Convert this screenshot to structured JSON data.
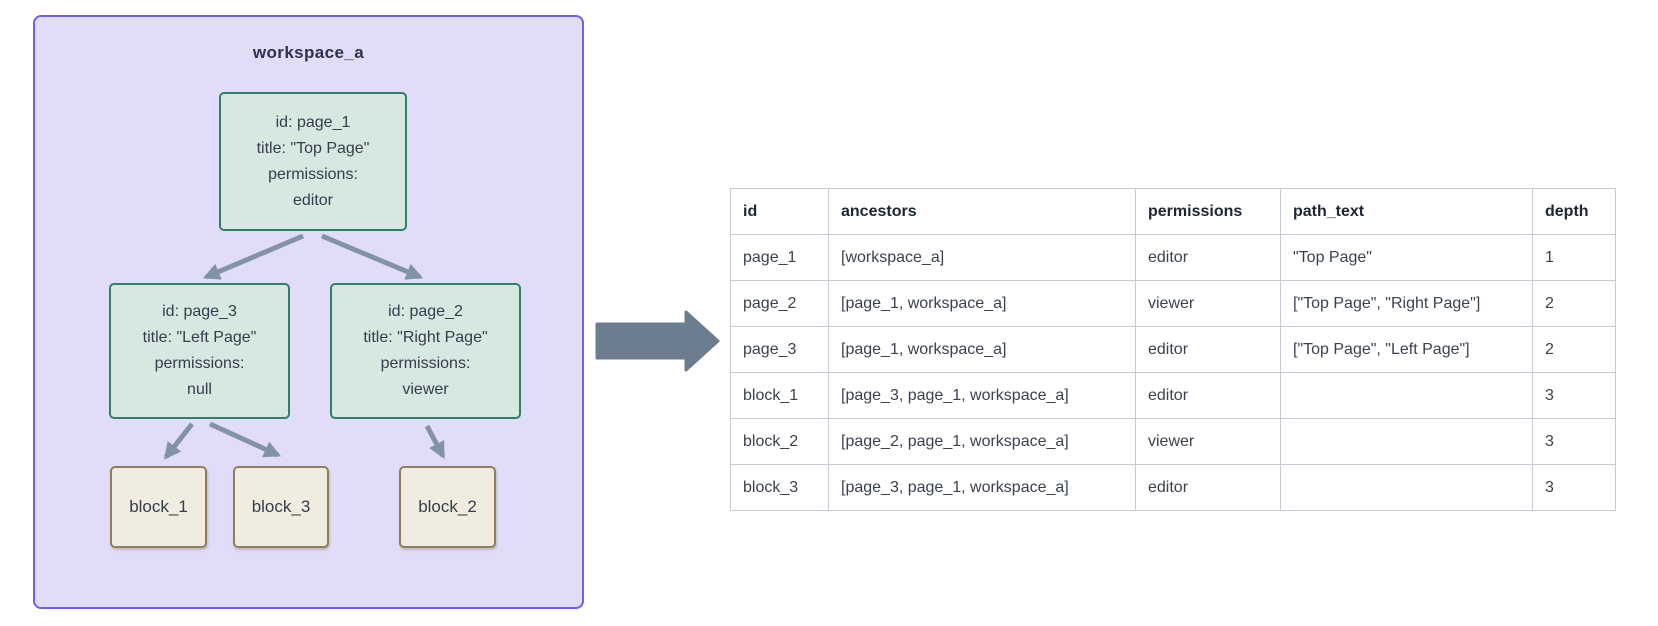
{
  "colors": {
    "workspace-fill": "#e1ddf8",
    "workspace-border": "#6e60e8",
    "page-fill": "#d7e8e0",
    "page-border": "#2e8069",
    "block-fill": "#f1ece0",
    "block-border": "#8e7f5c",
    "tree-arrow": "#8293a8",
    "transform-arrow": "#6b7d8e",
    "table-border": "#c7ccd4",
    "header-text": "#1c2634",
    "cell-text": "#39424e",
    "node-text": "#333d4d"
  },
  "diagram": {
    "workspace_label": "workspace_a",
    "page_1": {
      "lines": [
        "id: page_1",
        "title: \"Top Page\"",
        "permissions:",
        "editor"
      ]
    },
    "page_3": {
      "lines": [
        "id: page_3",
        "title: \"Left Page\"",
        "permissions:",
        "null"
      ]
    },
    "page_2": {
      "lines": [
        "id: page_2",
        "title: \"Right Page\"",
        "permissions:",
        "viewer"
      ]
    },
    "block_1": {
      "label": "block_1"
    },
    "block_3": {
      "label": "block_3"
    },
    "block_2": {
      "label": "block_2"
    }
  },
  "table": {
    "columns": [
      "id",
      "ancestors",
      "permissions",
      "path_text",
      "depth"
    ],
    "rows": [
      [
        "page_1",
        "[workspace_a]",
        "editor",
        "\"Top Page\"",
        "1"
      ],
      [
        "page_2",
        "[page_1, workspace_a]",
        "viewer",
        "[\"Top Page\", \"Right Page\"]",
        "2"
      ],
      [
        "page_3",
        "[page_1, workspace_a]",
        "editor",
        "[\"Top Page\", \"Left Page\"]",
        "2"
      ],
      [
        "block_1",
        "[page_3, page_1, workspace_a]",
        "editor",
        "",
        "3"
      ],
      [
        "block_2",
        "[page_2, page_1, workspace_a]",
        "viewer",
        "",
        "3"
      ],
      [
        "block_3",
        "[page_3, page_1, workspace_a]",
        "editor",
        "",
        "3"
      ]
    ]
  }
}
